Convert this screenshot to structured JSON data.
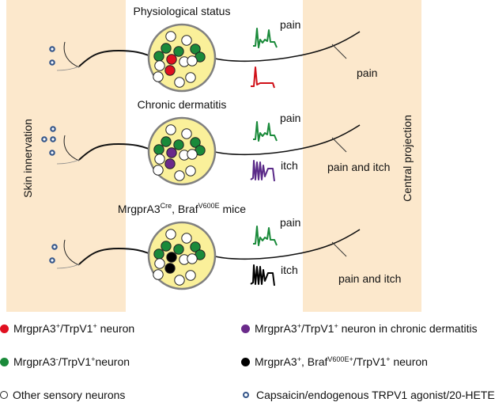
{
  "colors": {
    "panel_bg": "#fce8cc",
    "ganglion_fill": "#faf09a",
    "ganglion_stroke": "#808080",
    "red_neuron": "#e01020",
    "green_neuron": "#1a8a3a",
    "purple_neuron": "#6a2a8a",
    "black_neuron": "#000000",
    "other_neuron": "#ffffff",
    "agonist": "#35568a",
    "trace_green": "#1a8a3a",
    "trace_red": "#d01018",
    "trace_purple": "#5a2a88",
    "trace_black": "#000000"
  },
  "panels": {
    "left_label": "Skin innervation",
    "right_label": "Central projection"
  },
  "rows": [
    {
      "title": "Physiological status",
      "title_sup": "",
      "special_type": "red",
      "agonist_count": 2,
      "upper_trace": {
        "label": "pain",
        "color_key": "trace_green",
        "pattern": "pain"
      },
      "lower_trace": {
        "label": "",
        "color_key": "trace_red",
        "pattern": "single"
      },
      "central_output": "pain"
    },
    {
      "title": "Chronic dermatitis",
      "title_sup": "",
      "special_type": "purple",
      "agonist_count": 4,
      "upper_trace": {
        "label": "pain",
        "color_key": "trace_green",
        "pattern": "pain"
      },
      "lower_trace": {
        "label": "itch",
        "color_key": "trace_purple",
        "pattern": "itch"
      },
      "central_output": "pain and itch"
    },
    {
      "title_parts": [
        "MrgprA3",
        "Cre",
        ", Braf",
        "V600E",
        " mice"
      ],
      "special_type": "black",
      "agonist_count": 2,
      "upper_trace": {
        "label": "pain",
        "color_key": "trace_green",
        "pattern": "pain"
      },
      "lower_trace": {
        "label": "itch",
        "color_key": "trace_black",
        "pattern": "itch"
      },
      "central_output": "pain and itch"
    }
  ],
  "legend": [
    {
      "id": "red",
      "marker": "red_neuron",
      "parts": [
        "MrgprA3",
        "+",
        "/TrpV1",
        "+",
        " neuron"
      ]
    },
    {
      "id": "purple",
      "marker": "purple_neuron",
      "parts": [
        "MrgprA3",
        "+",
        "/TrpV1",
        "+",
        " neuron in chronic dermatitis"
      ]
    },
    {
      "id": "green",
      "marker": "green_neuron",
      "parts": [
        "MrgprA3",
        "-",
        "/TrpV1",
        "+",
        "neuron"
      ]
    },
    {
      "id": "black",
      "marker": "black_neuron",
      "parts": [
        "MrgprA3",
        "+",
        ", Braf",
        "V600E+",
        "/TrpV1",
        "+",
        " neuron"
      ]
    },
    {
      "id": "other",
      "marker": "other_neuron",
      "parts": [
        "Other sensory neurons"
      ]
    },
    {
      "id": "agonist",
      "marker": "agonist",
      "parts": [
        "Capsaicin/endogenous TRPV1 agonist/20-HETE"
      ]
    }
  ]
}
